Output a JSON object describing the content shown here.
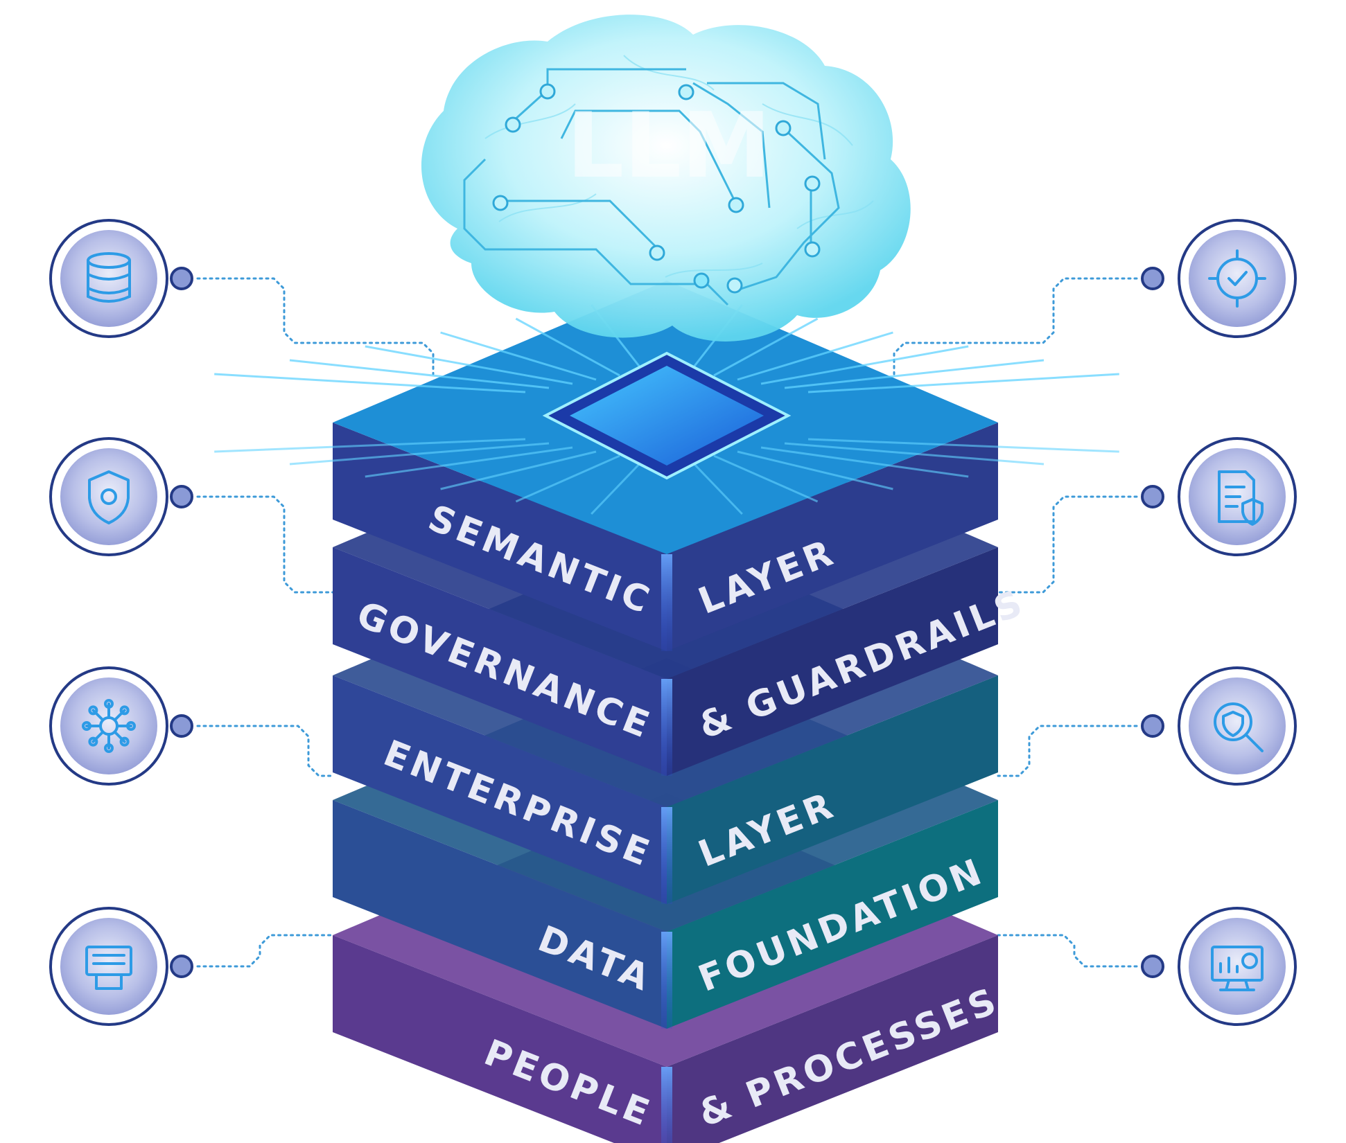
{
  "layers": [
    {
      "id": "people",
      "left": "PEOPLE",
      "right": "& PROCESSES",
      "top": "#6b3f99",
      "sideL": "#5a3a8f",
      "sideR": "#4f3682"
    },
    {
      "id": "data",
      "left": "DATA",
      "right": "FOUNDATION",
      "top": "#1f5a8a",
      "sideL": "#2b4f96",
      "sideR": "#0d6f7e"
    },
    {
      "id": "enterprise",
      "left": "ENTERPRISE",
      "right": "LAYER",
      "top": "#2a4a8f",
      "sideL": "#2f4799",
      "sideR": "#15607f"
    },
    {
      "id": "governance",
      "left": "GOVERNANCE",
      "right": "& GUARDRAILS",
      "top": "#263a8a",
      "sideL": "#2f3f94",
      "sideR": "#26317a"
    },
    {
      "id": "semantic",
      "left": "SEMANTIC",
      "right": "LAYER",
      "top": "#1e8fd6",
      "sideL": "#2d3f95",
      "sideR": "#2c3d8e"
    }
  ],
  "brain_text": "LLM",
  "icons_left": [
    "database-icon",
    "shield-icon",
    "network-hub-icon",
    "server-rack-icon"
  ],
  "icons_right": [
    "target-check-icon",
    "document-shield-icon",
    "magnifier-shield-icon",
    "monitor-chart-icon"
  ],
  "colors": {
    "accent": "#2d9be6",
    "ring": "#243a86",
    "connector": "#3d9ad8"
  }
}
